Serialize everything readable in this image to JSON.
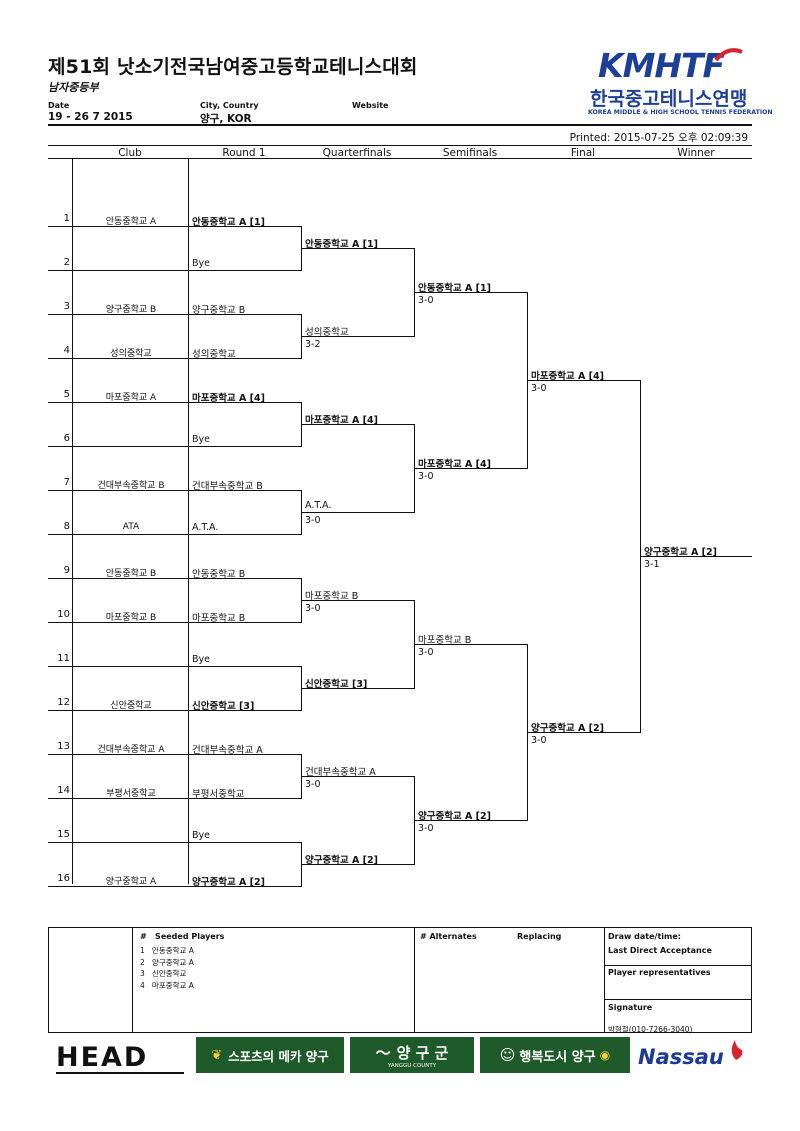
{
  "header": {
    "title": "제51회 낫소기전국남여중고등학교테니스대회",
    "subtitle": "남자중등부",
    "date_label": "Date",
    "date_value": "19 - 26 7 2015",
    "city_label": "City, Country",
    "city_value": "양구, KOR",
    "website_label": "Website",
    "printed": "Printed: 2015-07-25 오후 02:09:39"
  },
  "logo": {
    "mark": "KMHTF",
    "korean": "한국중고테니스연맹",
    "english": "KOREA MIDDLE & HIGH SCHOOL TENNIS FEDERATION",
    "mark_color": "#1d3f95",
    "accent_color": "#d9232e"
  },
  "columns": [
    "Club",
    "Round 1",
    "Quarterfinals",
    "Semifinals",
    "Final",
    "Winner"
  ],
  "draw": [
    {
      "num": "1",
      "club": "안동중학교 A",
      "r1": "안동중학교 A [1]",
      "bold": true
    },
    {
      "num": "2",
      "club": "",
      "r1": "Bye",
      "bold": false
    },
    {
      "num": "3",
      "club": "양구중학교 B",
      "r1": "양구중학교 B",
      "bold": false
    },
    {
      "num": "4",
      "club": "성의중학교",
      "r1": "성의중학교",
      "bold": false
    },
    {
      "num": "5",
      "club": "마포중학교 A",
      "r1": "마포중학교 A [4]",
      "bold": true
    },
    {
      "num": "6",
      "club": "",
      "r1": "Bye",
      "bold": false
    },
    {
      "num": "7",
      "club": "건대부속중학교 B",
      "r1": "건대부속중학교 B",
      "bold": false
    },
    {
      "num": "8",
      "club": "ATA",
      "r1": "A.T.A.",
      "bold": false
    },
    {
      "num": "9",
      "club": "안동중학교 B",
      "r1": "안동중학교 B",
      "bold": false
    },
    {
      "num": "10",
      "club": "마포중학교 B",
      "r1": "마포중학교 B",
      "bold": false
    },
    {
      "num": "11",
      "club": "",
      "r1": "Bye",
      "bold": false
    },
    {
      "num": "12",
      "club": "신안중학교",
      "r1": "신안중학교 [3]",
      "bold": true
    },
    {
      "num": "13",
      "club": "건대부속중학교 A",
      "r1": "건대부속중학교 A",
      "bold": false
    },
    {
      "num": "14",
      "club": "부평서중학교",
      "r1": "부평서중학교",
      "bold": false
    },
    {
      "num": "15",
      "club": "",
      "r1": "Bye",
      "bold": false
    },
    {
      "num": "16",
      "club": "양구중학교 A",
      "r1": "양구중학교 A [2]",
      "bold": true
    }
  ],
  "quarterfinals": [
    {
      "name": "안동중학교 A [1]",
      "score": "",
      "bold": true
    },
    {
      "name": "성의중학교",
      "score": "3-2",
      "bold": false
    },
    {
      "name": "마포중학교 A [4]",
      "score": "",
      "bold": true
    },
    {
      "name": "A.T.A.",
      "score": "3-0",
      "bold": false
    },
    {
      "name": "마포중학교 B",
      "score": "3-0",
      "bold": false
    },
    {
      "name": "신안중학교 [3]",
      "score": "",
      "bold": true
    },
    {
      "name": "건대부속중학교 A",
      "score": "3-0",
      "bold": false
    },
    {
      "name": "양구중학교 A [2]",
      "score": "",
      "bold": true
    }
  ],
  "semifinals": [
    {
      "name": "안동중학교 A [1]",
      "score": "3-0",
      "bold": true
    },
    {
      "name": "마포중학교 A [4]",
      "score": "3-0",
      "bold": true
    },
    {
      "name": "마포중학교 B",
      "score": "3-0",
      "bold": false
    },
    {
      "name": "양구중학교 A [2]",
      "score": "3-0",
      "bold": true
    }
  ],
  "final": [
    {
      "name": "마포중학교 A [4]",
      "score": "3-0",
      "bold": true
    },
    {
      "name": "양구중학교 A [2]",
      "score": "3-0",
      "bold": true
    }
  ],
  "winner": {
    "name": "양구중학교 A [2]",
    "score": "3-1",
    "bold": true
  },
  "footer": {
    "seeded_title": "#   Seeded Players",
    "seeded": [
      "1   안동중학교 A",
      "2   양구중학교 A",
      "3   신안중학교",
      "4   마포중학교 A"
    ],
    "alternates_title": "# Alternates",
    "replacing_title": "Replacing",
    "draw_date_label": "Draw date/time:",
    "last_direct_label": "Last Direct Acceptance",
    "player_rep_label": "Player representatives",
    "signature_label": "Signature",
    "signature_value": "박형철(010-7266-3040)"
  },
  "sponsors": {
    "head": "HEAD",
    "mecca": "스포츠의 메카 양구",
    "yanggu_gun": "양 구 군",
    "yanggu_county": "YANGGU COUNTY",
    "happy": "행복도시 양구",
    "nassau": "Nassau"
  }
}
